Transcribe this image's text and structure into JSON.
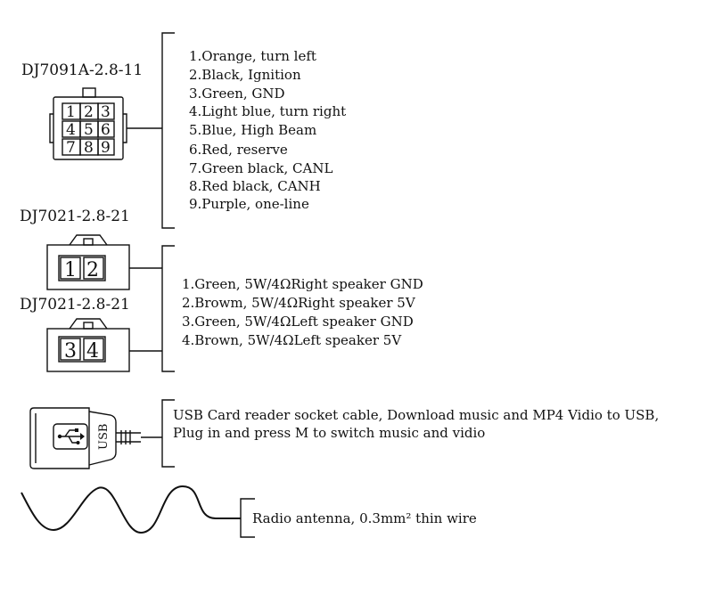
{
  "connector1": {
    "title": "DJ7091A-2.8-11",
    "pins": [
      "1",
      "2",
      "3",
      "4",
      "5",
      "6",
      "7",
      "8",
      "9"
    ],
    "legend": [
      "1.Orange, turn left",
      "2.Black, Ignition",
      "3.Green, GND",
      "4.Light blue, turn right",
      "5.Blue, High Beam",
      "6.Red, reserve",
      "7.Green black, CANL",
      "8.Red black, CANH",
      "9.Purple, one-line"
    ]
  },
  "connector2": {
    "title_a": "DJ7021-2.8-21",
    "title_b": "DJ7021-2.8-21",
    "pins_a": [
      "1",
      "2"
    ],
    "pins_b": [
      "3",
      "4"
    ],
    "legend": [
      "1.Green, 5W/4ΩRight speaker GND",
      "2.Browm, 5W/4ΩRight speaker 5V",
      "3.Green, 5W/4ΩLeft speaker GND",
      "4.Brown, 5W/4ΩLeft speaker 5V"
    ]
  },
  "usb": {
    "label": "USB",
    "lines": [
      "USB Card reader socket cable, Download music and MP4 Vidio to USB,",
      "Plug in and press M to switch music and vidio"
    ]
  },
  "antenna": {
    "label": "Radio antenna, 0.3mm² thin wire"
  }
}
